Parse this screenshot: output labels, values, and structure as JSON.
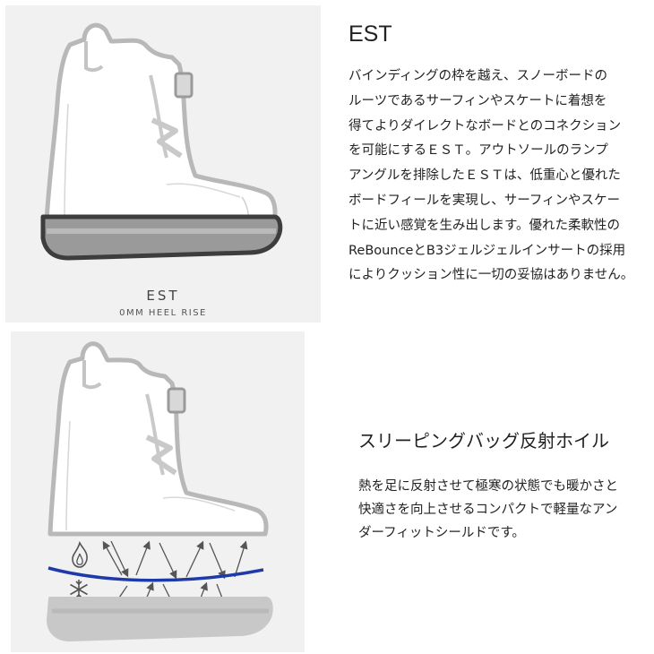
{
  "section1": {
    "heading": "EST",
    "caption_title": "EST",
    "caption_sub": "0MM HEEL RISE",
    "body_lines": [
      "バインディングの枠を越え、スノーボードの",
      "ルーツであるサーフィンやスケートに着想を",
      "得てよりダイレクトなボードとのコネクション",
      "を可能にするＥＳＴ。アウトソールのランプ",
      "アングルを排除したＥＳＴは、低重心と優れた",
      "ボードフィールを実現し、サーフィンやスケー",
      "トに近い感覚を生み出します。優れた柔軟性の",
      "ReBounceとB3ジェルジェルインサートの採用",
      "によりクッション性に一切の妥協はありません。"
    ]
  },
  "section2": {
    "heading": "スリーピングバッグ反射ホイル",
    "body_lines": [
      "熱を足に反射させて極寒の状態でも暖かさと",
      "快適さを向上させるコンパクトで軽量なアン",
      "ダーフィットシールドです。"
    ]
  },
  "icons": {
    "heat": "flame-icon",
    "cold": "snowflake-icon"
  },
  "colors": {
    "foil_line": "#1e3aa8",
    "outsole_dark": "#3d3d3d",
    "outsole_light": "#b9b9b9"
  }
}
